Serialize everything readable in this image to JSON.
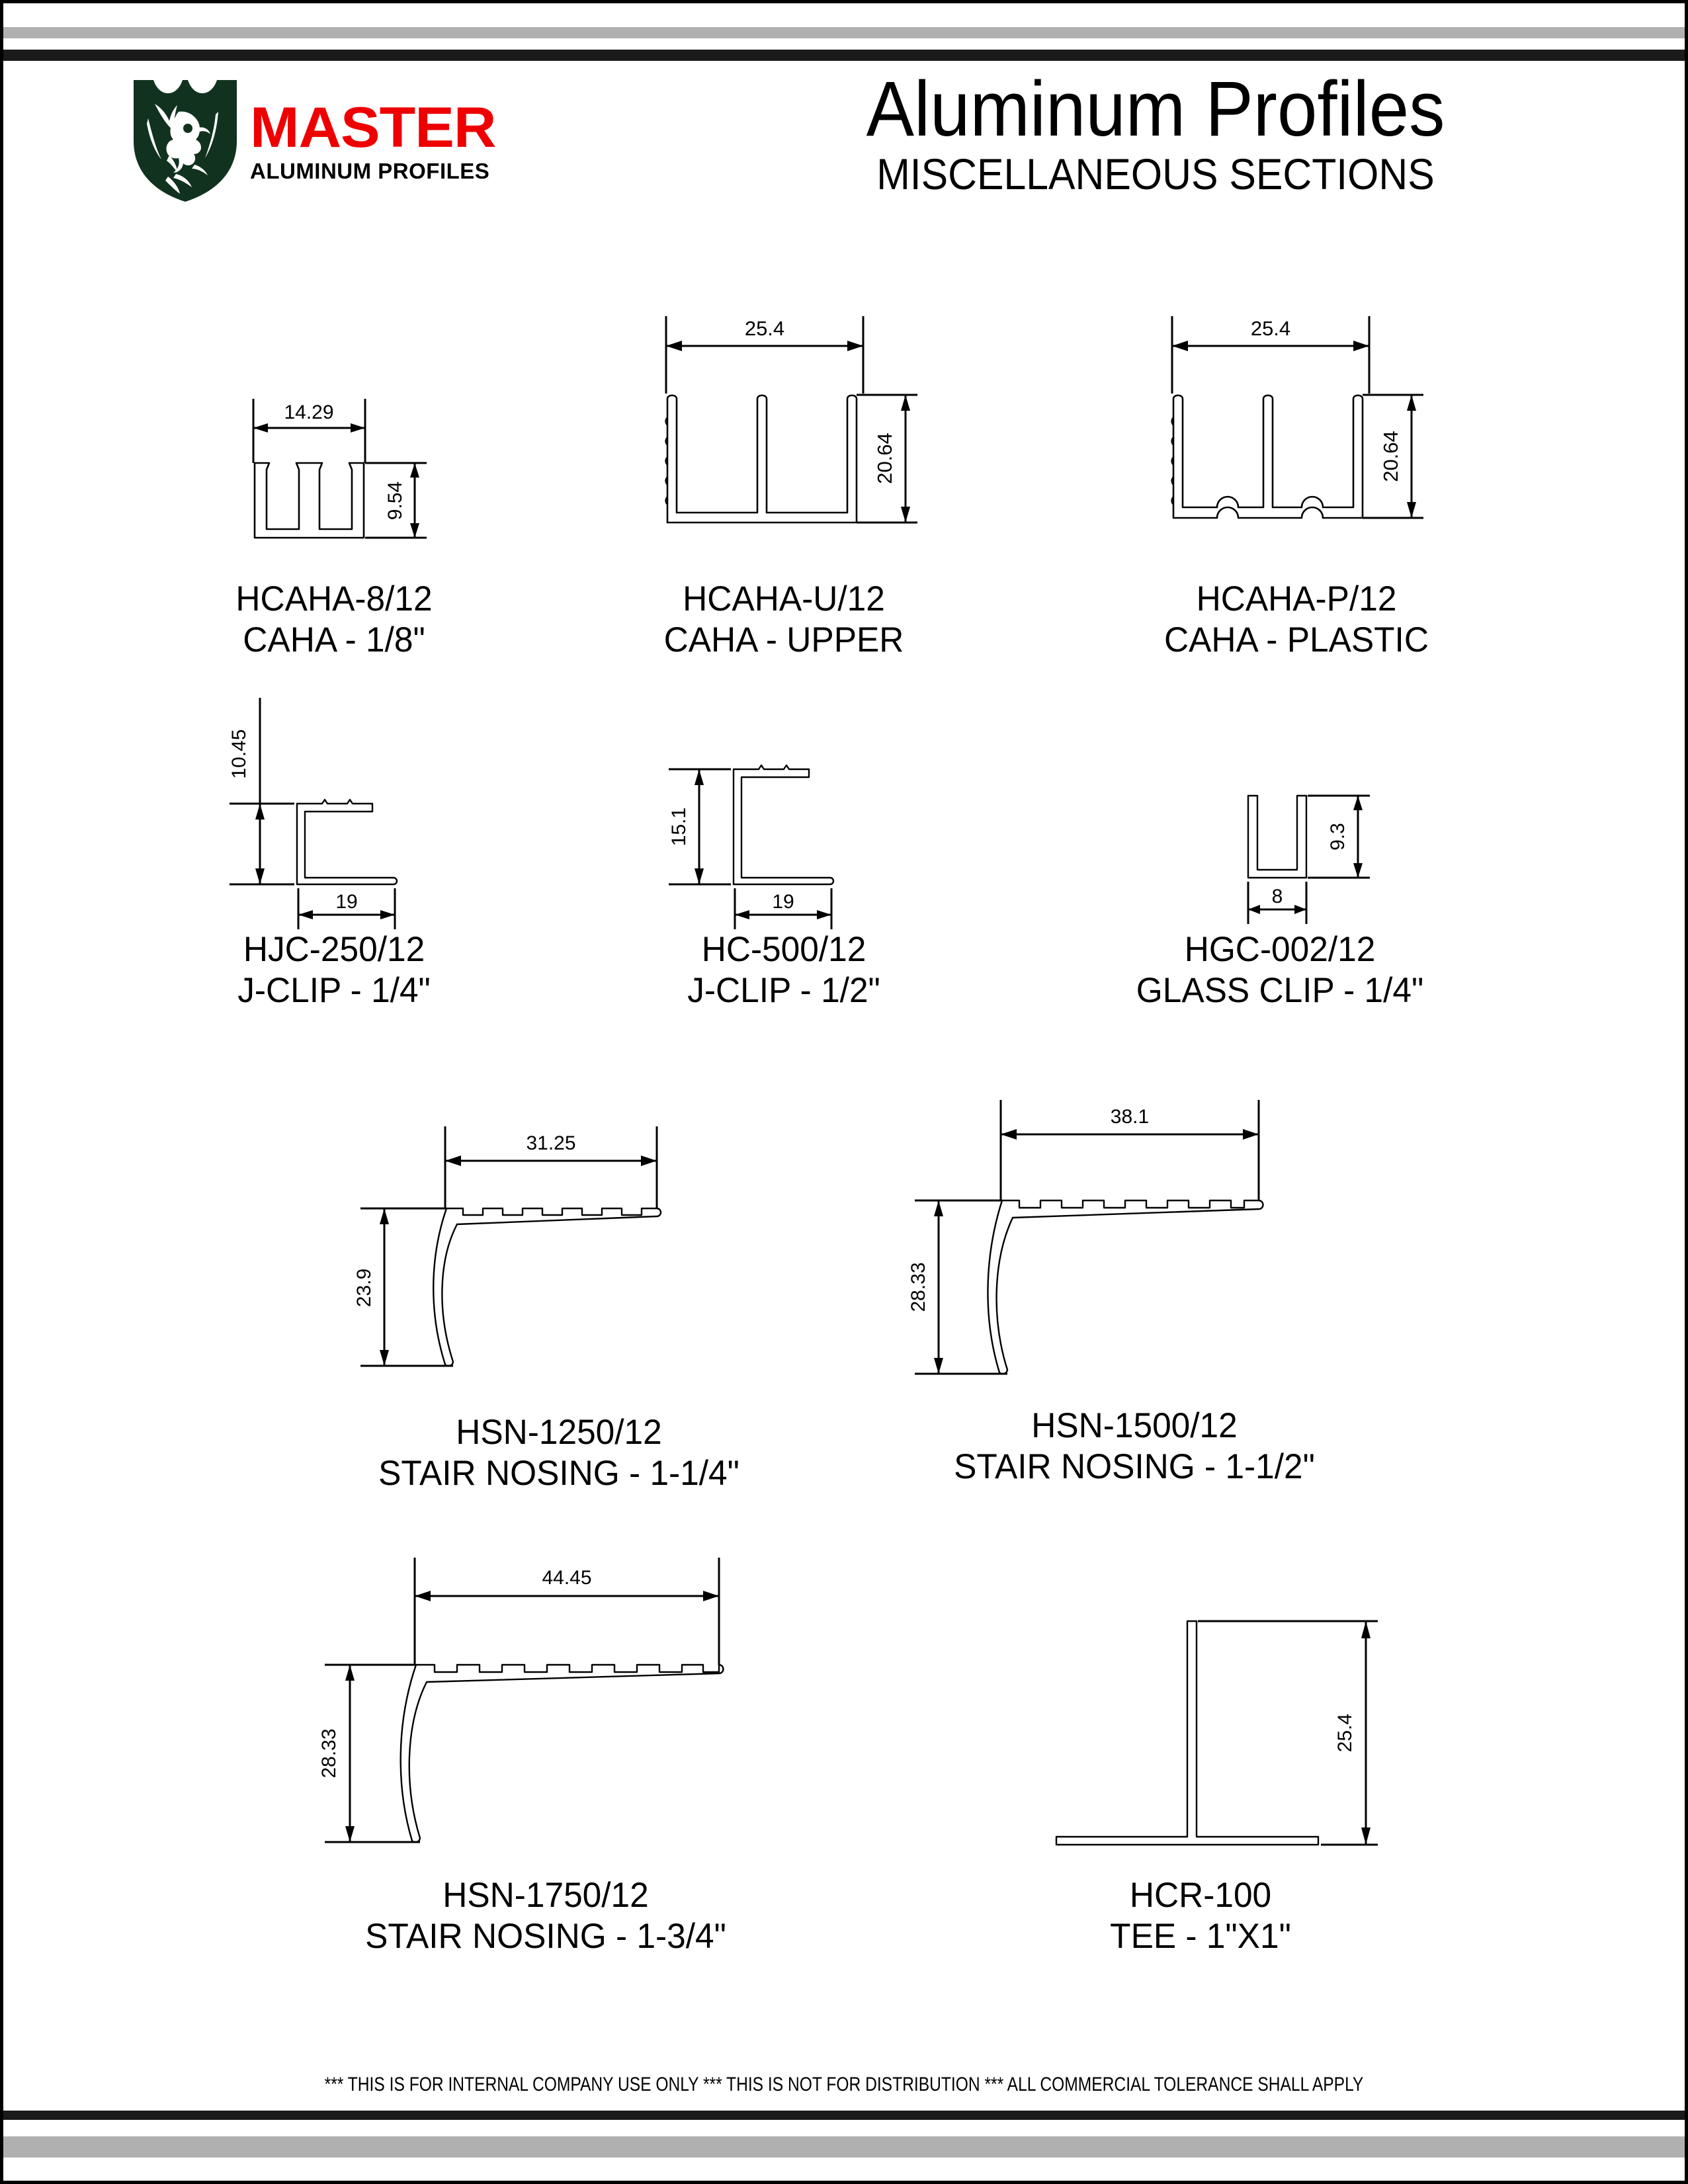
{
  "header": {
    "logo": {
      "brand": "MASTER",
      "subtitle": "ALUMINUM PROFILES",
      "shield_color": "#11321f",
      "brand_color": "#ee0000"
    },
    "title": "Aluminum Profiles",
    "subtitle": "MISCELLANEOUS SECTIONS"
  },
  "footer": {
    "note": "*** THIS IS FOR INTERNAL COMPANY USE ONLY *** THIS IS NOT FOR DISTRIBUTION *** ALL COMMERCIAL TOLERANCE SHALL APPLY"
  },
  "profiles": [
    {
      "code": "HCAHA-8/12",
      "name": "CAHA - 1/8\"",
      "width_dim": "14.29",
      "height_dim": "9.54"
    },
    {
      "code": "HCAHA-U/12",
      "name": "CAHA - UPPER",
      "width_dim": "25.4",
      "height_dim": "20.64"
    },
    {
      "code": "HCAHA-P/12",
      "name": "CAHA - PLASTIC",
      "width_dim": "25.4",
      "height_dim": "20.64"
    },
    {
      "code": "HJC-250/12",
      "name": "J-CLIP - 1/4\"",
      "width_dim": "19",
      "height_dim": "10.45"
    },
    {
      "code": "HC-500/12",
      "name": "J-CLIP - 1/2\"",
      "width_dim": "19",
      "height_dim": "15.1"
    },
    {
      "code": "HGC-002/12",
      "name": "GLASS CLIP - 1/4\"",
      "width_dim": "8",
      "height_dim": "9.3"
    },
    {
      "code": "HSN-1250/12",
      "name": "STAIR NOSING - 1-1/4\"",
      "width_dim": "31.25",
      "height_dim": "23.9"
    },
    {
      "code": "HSN-1500/12",
      "name": "STAIR NOSING - 1-1/2\"",
      "width_dim": "38.1",
      "height_dim": "28.33"
    },
    {
      "code": "HSN-1750/12",
      "name": "STAIR NOSING - 1-3/4\"",
      "width_dim": "44.45",
      "height_dim": "28.33"
    },
    {
      "code": "HCR-100",
      "name": "TEE - 1\"X1\"",
      "width_dim": "",
      "height_dim": "25.4"
    }
  ]
}
